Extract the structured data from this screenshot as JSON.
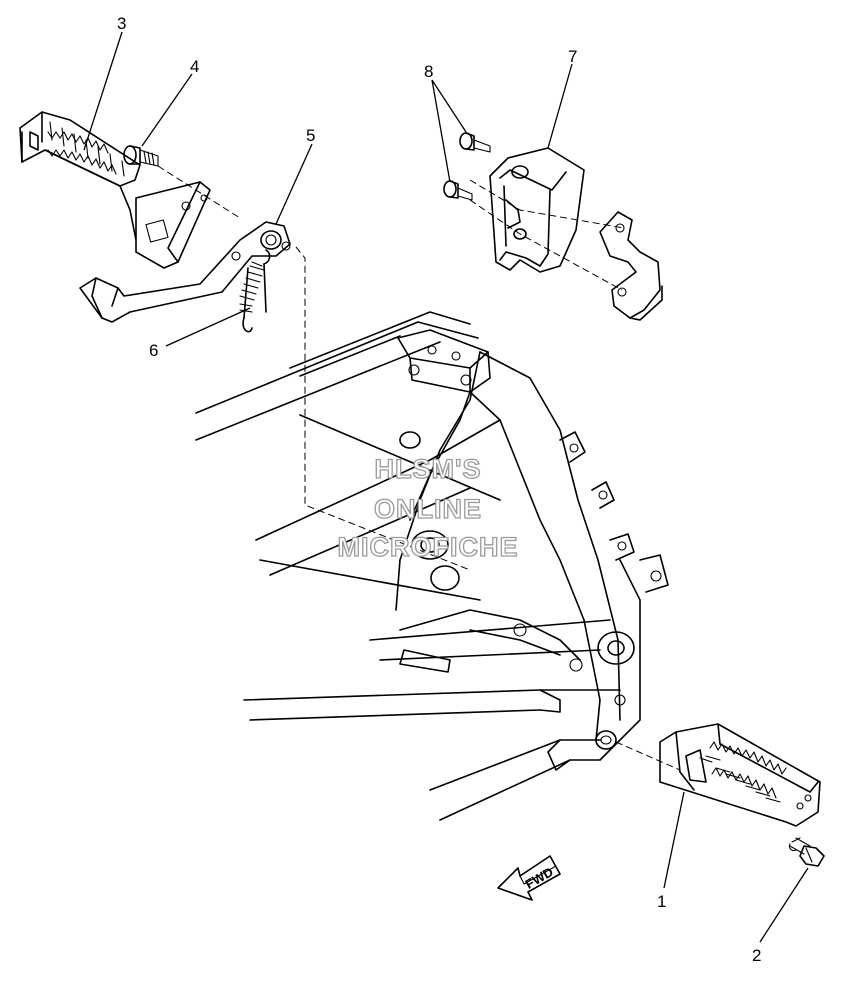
{
  "callouts": {
    "c1": "1",
    "c2": "2",
    "c3": "3",
    "c4": "4",
    "c5": "5",
    "c6": "6",
    "c7": "7",
    "c8": "8"
  },
  "watermark": {
    "line1": "HLSM'S",
    "line2": "ONLINE",
    "line3": "MICROFICHE"
  },
  "fwd_arrow_label": "FWD",
  "colors": {
    "line": "#000000",
    "watermark_outline": "#9a9a9a",
    "background": "#ffffff"
  }
}
